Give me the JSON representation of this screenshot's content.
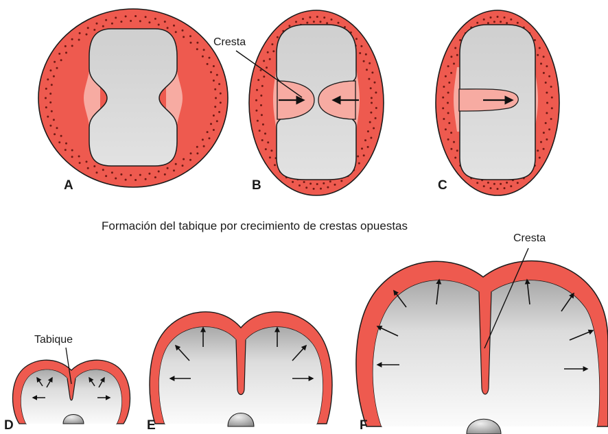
{
  "caption": "Formación del tabique por crecimiento de crestas opuestas",
  "panels": {
    "a": "A",
    "b": "B",
    "c": "C",
    "d": "D",
    "e": "E",
    "f": "F"
  },
  "callouts": {
    "cresta_top": "Cresta",
    "cresta_bottom": "Cresta",
    "tabique": "Tabique"
  },
  "colors": {
    "wall": "#ee5a4f",
    "wall_outline": "#1a1a1a",
    "ridge": "#f7aba2",
    "lumen_light": "#f4f4f4",
    "lumen_dark": "#9c9c9c",
    "arrow": "#111111",
    "dot": "#6e1a14"
  }
}
